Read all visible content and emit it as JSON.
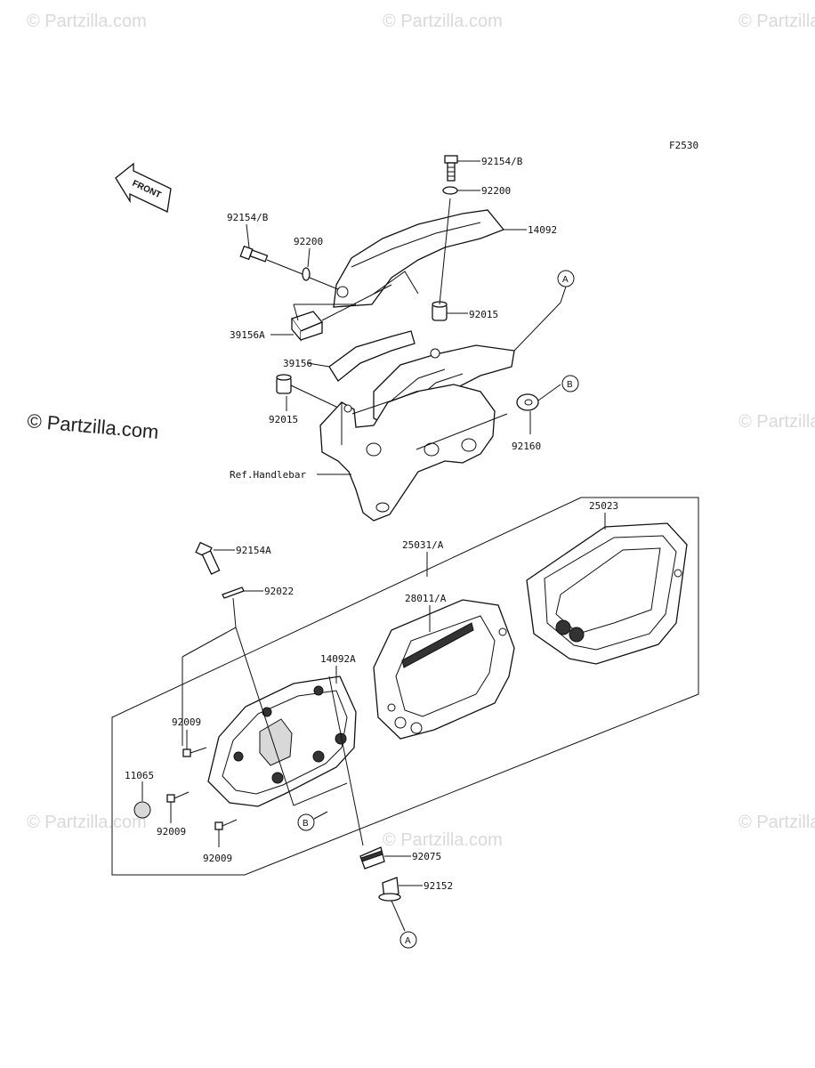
{
  "figure_code": "F2530",
  "front_label": "FRONT",
  "watermark": "Partzilla.com",
  "watermark_main": "Partzilla.com",
  "ref_handlebar": "Ref.Handlebar",
  "callouts": {
    "a": "A",
    "b": "B"
  },
  "parts": {
    "p92154b_top": "92154/B",
    "p92200_top": "92200",
    "p14092": "14092",
    "p92154b_left": "92154/B",
    "p92200_left": "92200",
    "p92015_right": "92015",
    "p39156a": "39156A",
    "p39156": "39156",
    "p92015_left": "92015",
    "p92160": "92160",
    "p25023": "25023",
    "p25031a": "25031/A",
    "p92154a": "92154A",
    "p92022": "92022",
    "p28011a": "28011/A",
    "p14092a": "14092A",
    "p92009_a": "92009",
    "p11065": "11065",
    "p92009_b": "92009",
    "p92009_c": "92009",
    "p92075": "92075",
    "p92152": "92152"
  }
}
